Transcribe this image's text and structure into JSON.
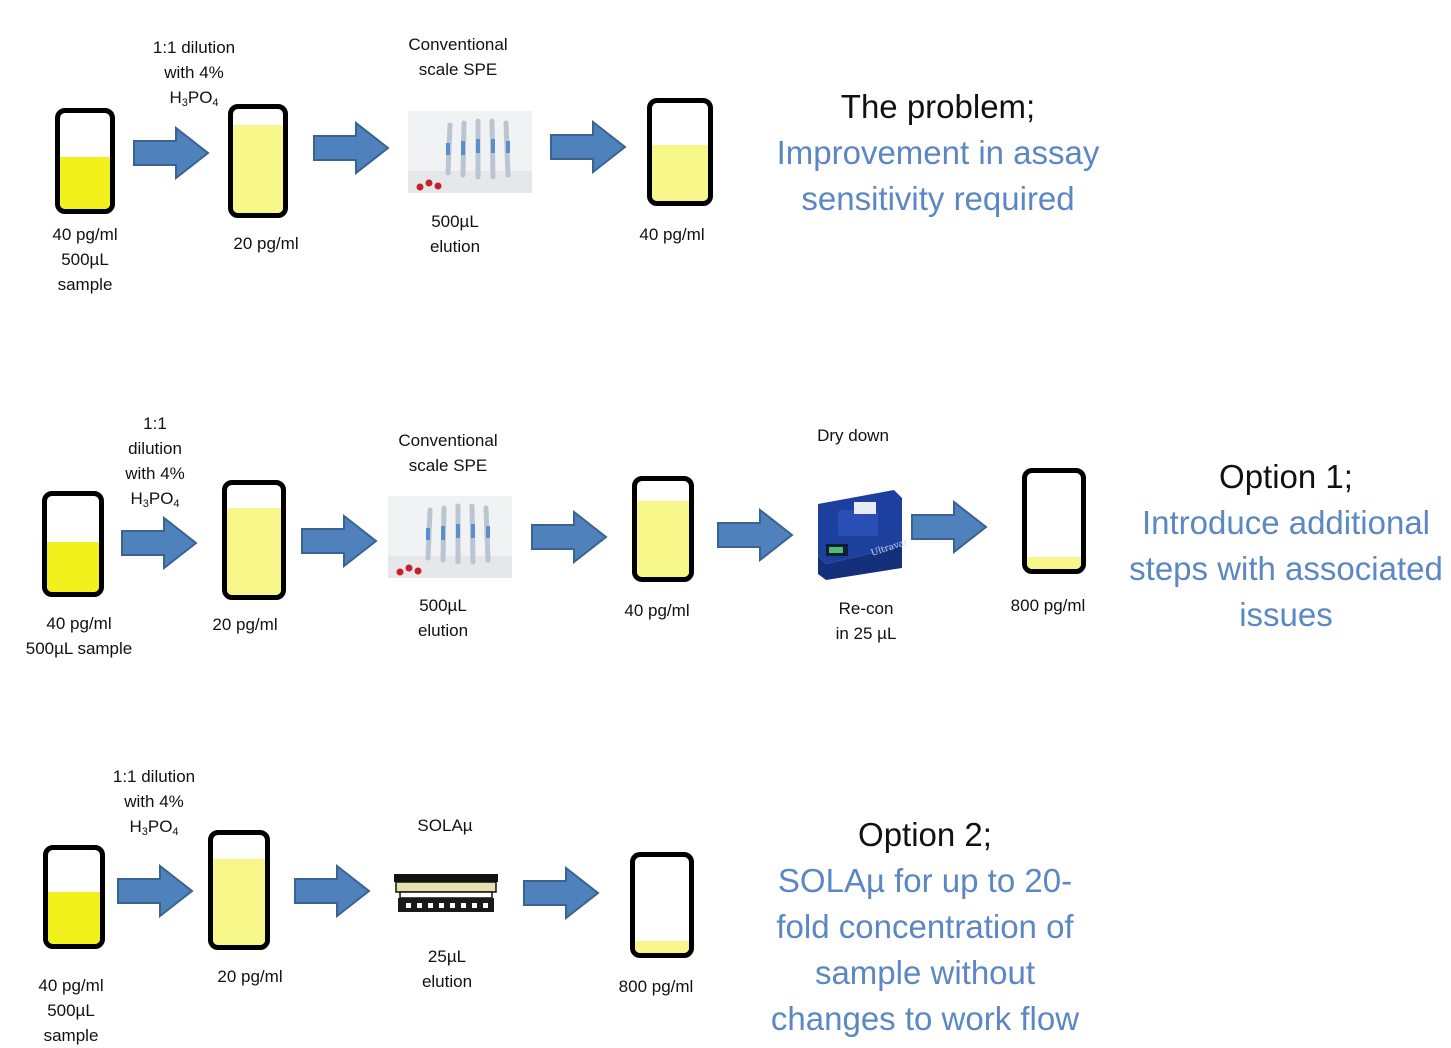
{
  "colors": {
    "fill_strong": "#f3f11c",
    "fill_light": "#f8f88a",
    "arrow": "#4f81bd",
    "arrow_stroke": "#3a6390",
    "accent_text": "#5b87c4"
  },
  "row1": {
    "step_dilution": [
      "1:1 dilution",
      "with 4%",
      "H3PO4"
    ],
    "step_spe": [
      "Conventional",
      "scale SPE"
    ],
    "vial1_label": [
      "40 pg/ml",
      "500µL",
      "sample"
    ],
    "vial2_label": "20 pg/ml",
    "elution_label": [
      "500µL",
      "elution"
    ],
    "vial3_label": "40 pg/ml",
    "heading": "The problem;",
    "subheading": [
      "Improvement in assay",
      "sensitivity required"
    ]
  },
  "row2": {
    "step_dilution": [
      "1:1",
      "dilution",
      "with 4%",
      "H3PO4"
    ],
    "step_spe": [
      "Conventional",
      "scale SPE"
    ],
    "step_drydown": "Dry down",
    "vial1_label": [
      "40 pg/ml",
      "500µL sample"
    ],
    "vial2_label": "20 pg/ml",
    "elution_label": [
      "500µL",
      "elution"
    ],
    "vial3_label": "40 pg/ml",
    "recon_label": [
      "Re-con",
      "in 25 µL"
    ],
    "device_brand": "Ultravap",
    "vial4_label": "800 pg/ml",
    "heading": "Option 1;",
    "subheading": [
      "Introduce additional",
      "steps with associated",
      "issues"
    ]
  },
  "row3": {
    "step_dilution": [
      "1:1 dilution",
      "with 4%",
      "H3PO4"
    ],
    "step_sola": "SOLAµ",
    "vial1_label": [
      "40 pg/ml",
      "500µL",
      "sample"
    ],
    "vial2_label": "20 pg/ml",
    "elution_label": [
      "25µL",
      "elution"
    ],
    "vial3_label": "800 pg/ml",
    "heading": "Option 2;",
    "subheading": [
      "SOLAµ for up to 20-",
      "fold concentration of",
      "sample without",
      "changes to work flow"
    ]
  }
}
